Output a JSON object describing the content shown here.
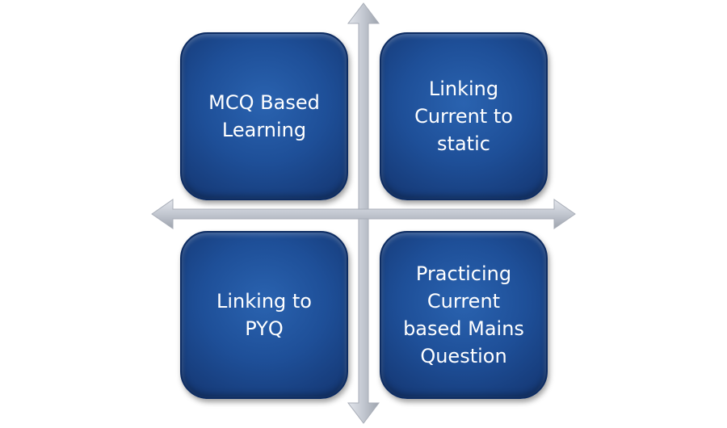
{
  "diagram": {
    "quadrants": {
      "top_left": "MCQ Based\nLearning",
      "top_right": "Linking\nCurrent to\nstatic",
      "bottom_left": "Linking to\nPYQ",
      "bottom_right": "Practicing\nCurrent\nbased Mains\nQuestion"
    },
    "colors": {
      "box_fill": "#1e4f98",
      "box_border": "#0d2c62",
      "arrow_fill": "#c4c9d2",
      "text": "#ffffff"
    }
  }
}
